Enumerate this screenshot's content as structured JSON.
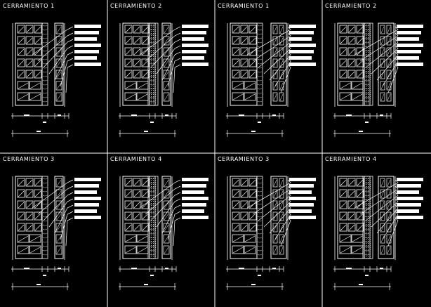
{
  "colors": {
    "background": "#000000",
    "linework": "#ffffff",
    "hatch": "#bfbfbf"
  },
  "panels": [
    {
      "title": "CERRAMIENTO 1",
      "variant": "brick-solid"
    },
    {
      "title": "CERRAMIENTO 2",
      "variant": "brick-hatch-solid"
    },
    {
      "title": "CERRAMIENTO 1",
      "variant": "brick-hollow"
    },
    {
      "title": "CERRAMIENTO 2",
      "variant": "brick-hatch-hollow"
    },
    {
      "title": "CERRAMIENTO 3",
      "variant": "brick-solid"
    },
    {
      "title": "CERRAMIENTO 4",
      "variant": "brick-hatch-solid"
    },
    {
      "title": "CERRAMIENTO 3",
      "variant": "brick-hollow"
    },
    {
      "title": "CERRAMIENTO 4",
      "variant": "brick-hatch-hollow"
    }
  ]
}
